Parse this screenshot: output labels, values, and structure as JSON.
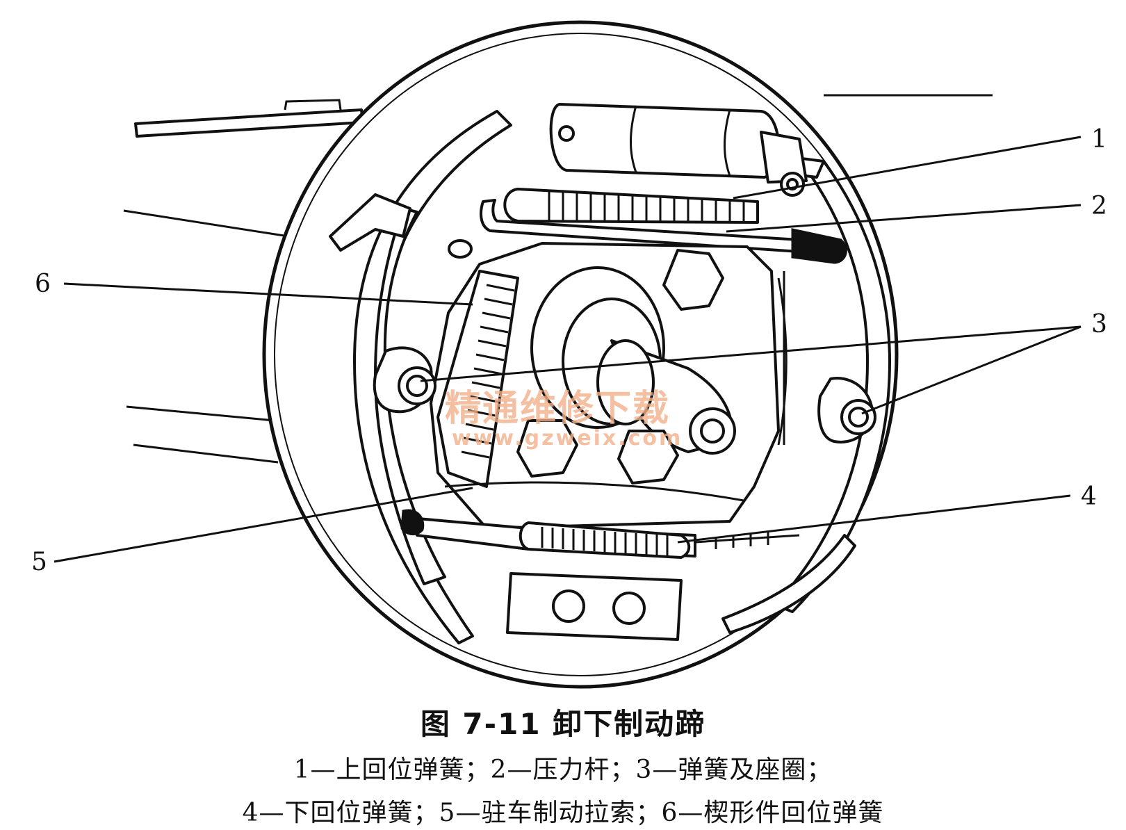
{
  "figure": {
    "title": "图 7-11   卸下制动蹄",
    "legend_line_1": "1—上回位弹簧；2—压力杆；3—弹簧及座圈；",
    "legend_line_2": "4—下回位弹簧；5—驻车制动拉索；6—楔形件回位弹簧"
  },
  "callouts": [
    {
      "id": "1",
      "label": "1"
    },
    {
      "id": "2",
      "label": "2"
    },
    {
      "id": "3",
      "label": "3"
    },
    {
      "id": "4",
      "label": "4"
    },
    {
      "id": "5",
      "label": "5"
    },
    {
      "id": "6",
      "label": "6"
    }
  ],
  "watermark": {
    "text": "精通维修下载",
    "url": "www.gzweix.com"
  }
}
